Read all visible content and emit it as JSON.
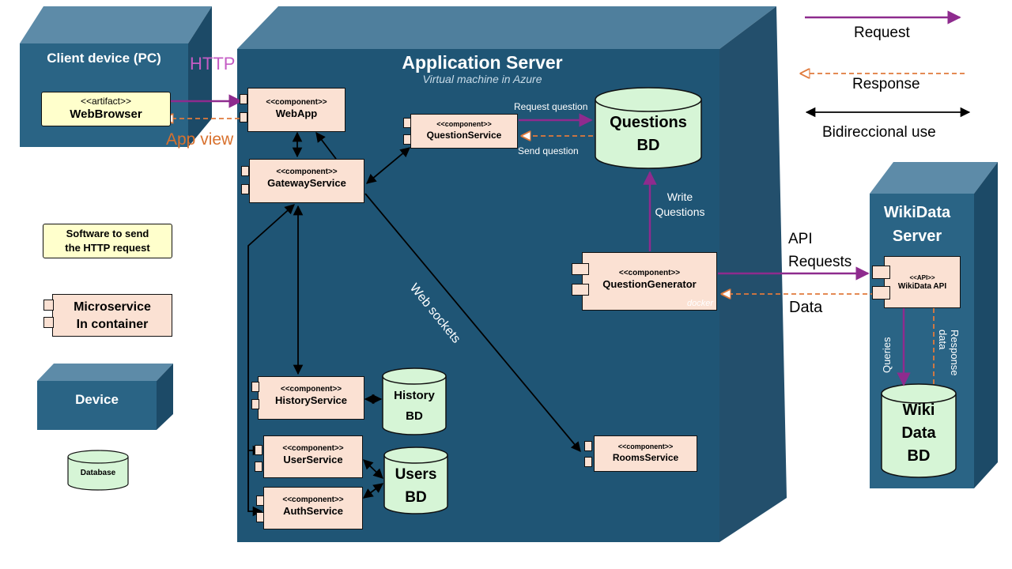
{
  "nodes": {
    "client": {
      "title": "Client device (PC)"
    },
    "app_server": {
      "title": "Application Server",
      "subtitle": "Virtual machine in Azure"
    },
    "wikidata_server": {
      "title_line1": "WikiData",
      "title_line2": "Server"
    },
    "legend_device": {
      "title": "Device"
    }
  },
  "artifact": {
    "stereotype": "<<artifact>>",
    "name": "WebBrowser"
  },
  "components": {
    "webapp": {
      "stereotype": "<<component>>",
      "name": "WebApp"
    },
    "gateway": {
      "stereotype": "<<component>>",
      "name": "GatewayService"
    },
    "question_service": {
      "stereotype": "<<component>>",
      "name": "QuestionService"
    },
    "question_generator": {
      "stereotype": "<<component>>",
      "name": "QuestionGenerator",
      "tag": "docker"
    },
    "history": {
      "stereotype": "<<component>>",
      "name": "HistoryService"
    },
    "user": {
      "stereotype": "<<component>>",
      "name": "UserService"
    },
    "auth": {
      "stereotype": "<<component>>",
      "name": "AuthService"
    },
    "rooms": {
      "stereotype": "<<component>>",
      "name": "RoomsService"
    },
    "wikidata_api": {
      "stereotype": "<<API>>",
      "name": "WikiData API"
    }
  },
  "databases": {
    "questions": {
      "line1": "Questions",
      "line2": "BD"
    },
    "history": {
      "line1": "History",
      "line2": "BD"
    },
    "users": {
      "line1": "Users",
      "line2": "BD"
    },
    "wiki": {
      "line1": "Wiki",
      "line2": "Data",
      "line3": "BD"
    },
    "legend": {
      "line1": "Database"
    }
  },
  "edge_labels": {
    "http": "HTTP",
    "app_view": "App view",
    "request_question": "Request question",
    "send_question": "Send question",
    "write_questions_1": "Write",
    "write_questions_2": "Questions",
    "web_sockets": "Web sockets",
    "api_requests_1": "API",
    "api_requests_2": "Requests",
    "data": "Data",
    "queries": "Queries",
    "response_data_1": "Response",
    "response_data_2": "data"
  },
  "legend": {
    "request": "Request",
    "response": "Response",
    "bidirectional": "Bidireccional use",
    "software_line1": "Software to send",
    "software_line2": "the HTTP request",
    "micro_line1": "Microservice",
    "micro_line2": "In container"
  },
  "colors": {
    "request": "#8e2b8e",
    "response": "#e07a3c",
    "node_blue": "#1f5575",
    "component_fill": "#fbe1d3",
    "db_fill": "#d6f5d6",
    "artifact_fill": "#ffffcc"
  }
}
